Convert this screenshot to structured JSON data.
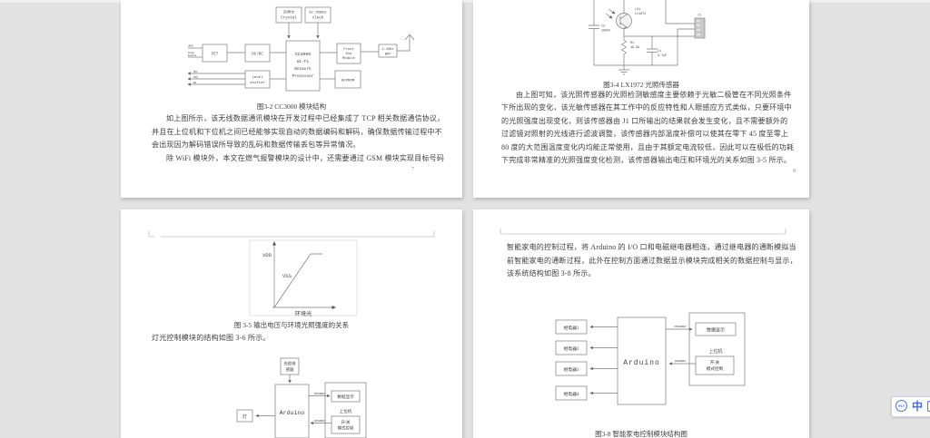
{
  "colors": {
    "canvas_bg": "#e2e2e2",
    "page_bg": "#ffffff",
    "line": "#7a7a7a",
    "text": "#3d3d3d",
    "ime_blue": "#4a6ede"
  },
  "p7": {
    "number": "7",
    "caption": "图3-2 CC3000 模块结构",
    "lines": [
      "如上图所示，该无线数据通讯模块在开发过程中已经集成了 TCP 相关数据通信协议，",
      "并且在上位机和下位机之间已经能够实现自动的数据编码和解码，确保数据传输过程中不",
      "会出现因为解码错误所导致的乱码和数据传输丢包等异常情况。",
      "除 WiFi 模块外，本文在燃气报警模块的设计中，还需要通过 GSM 模块实现目标号码"
    ],
    "diagram": {
      "crystal": [
        "26MHz",
        "Crystal"
      ],
      "clock": [
        "32.768KHz",
        "clock"
      ],
      "fet": "FET",
      "dcdc": "DC/DC",
      "cc3000": [
        "CC3000",
        "Wi-Fi",
        "Network",
        "Processor"
      ],
      "fem": [
        "Front",
        "End",
        "Module"
      ],
      "bpf": [
        "2.4GHz",
        "BPF"
      ],
      "eeprom": "EEPROM",
      "level": [
        "Level",
        "shifter"
      ],
      "in1": "VBAT",
      "in2": [
        "Power",
        "Enable"
      ],
      "sig": [
        "SPI",
        "IRQ",
        "EN"
      ]
    }
  },
  "p8": {
    "number": "8",
    "caption": "图3-4 LX1972 光照传感器",
    "lines": [
      "由上图可知，该光照传感器的光照检测敏感度主要依赖于光敏二极管在不同光照条件",
      "下所出现的变化，该光敏传感器在其工作中的反应特性和人眼感应方式类似，只要环境中",
      "的光照强度出现变化，则该传感器由 J1 口所输出的结果就会发生变化，且不需要额外的",
      "过滤镜对照射的光线进行滤波调整，该传感器内部温度补偿可以使其在零下 45 度至零上",
      "80 度的大范围温度变化内均能正常使用，且由于其额定电流较低，因此可以在极低的功耗",
      "下完成非常精准的光照强度变化检测，该传感器输出电压和环境光的关系如图 3-5 所示。"
    ],
    "circuit": {
      "sensor": [
        "LS1",
        "Lx1972"
      ],
      "c2": [
        "C2",
        "100nF"
      ],
      "r1": [
        "R1",
        "49.9k"
      ],
      "c1": [
        "C1",
        "4.7uF"
      ],
      "j1": "J1"
    }
  },
  "p9": {
    "graph": {
      "vdd": "VDD",
      "vss": "VSS",
      "xlabel": "环境光"
    },
    "caption": "图 3-5 输出电压与环境光照强度的关系",
    "line": "灯光控制模块的结构如图 3-6 所示。",
    "diagram": {
      "sensor": [
        "光照传",
        "感器"
      ],
      "arduino": "Arduino",
      "lamp": "灯",
      "internet": "INTERNET",
      "display": "数据显示",
      "host": "上位机",
      "switch": [
        "开/关",
        "模式控制"
      ]
    }
  },
  "p10": {
    "lines": [
      "智能家电的控制过程，将 Arduino 的 I/O 口和电磁继电器相连，通过继电器的通断模拟当",
      "前智能家电的通断过程，此外在控制方面通过数据显示模块完成相关的数据控制与显示，",
      "该系统结构如图 3-8 所示。"
    ],
    "caption": "图3-8 智能家电控制模块结构图",
    "diagram": {
      "relays": [
        "继电器1",
        "继电器2",
        "继电器3",
        "继电器4"
      ],
      "arduino": "Arduino",
      "internet": "INTERNET",
      "display": "数据显示",
      "host": "上位机",
      "switch": [
        "开/关",
        "模式控制"
      ]
    }
  },
  "ime": {
    "logo": "iFLY",
    "mode": "中"
  }
}
